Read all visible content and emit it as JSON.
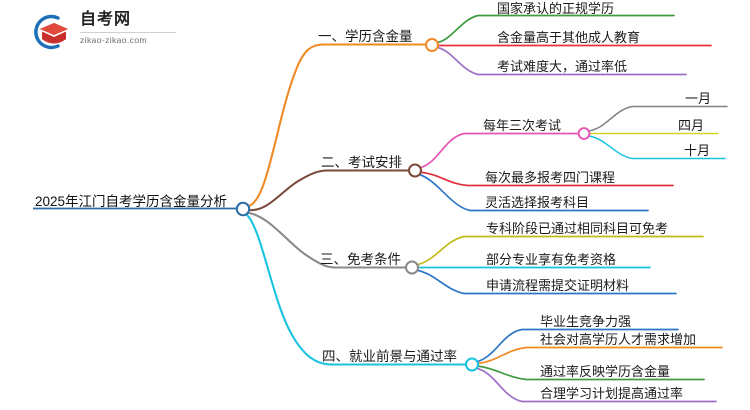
{
  "logo": {
    "name_cn": "自考网",
    "url": "zikao-zikao.com",
    "mark_icon": "graduation-cap-icon",
    "colors": {
      "arc": "#1d6fb8",
      "cap": "#d8352a",
      "cap_dark": "#b02a22"
    }
  },
  "mindmap": {
    "root": {
      "label": "2025年江门自考学历含金量分析",
      "color": "#2e6da4"
    },
    "branches": [
      {
        "label": "一、学历含金量",
        "color": "#f08a24",
        "children": [
          {
            "label": "国家承认的正规学历",
            "color": "#3e9b3e"
          },
          {
            "label": "含金量高于其他成人教育",
            "color": "#e8333f"
          },
          {
            "label": "考试难度大，通过率低",
            "color": "#9b6fc7"
          }
        ]
      },
      {
        "label": "二、考试安排",
        "color": "#7b4a3a",
        "children": [
          {
            "label": "每年三次考试",
            "color": "#e755b4",
            "children": [
              {
                "label": "一月",
                "color": "#808080"
              },
              {
                "label": "四月",
                "color": "#d4d422"
              },
              {
                "label": "十月",
                "color": "#19c3e0"
              }
            ]
          },
          {
            "label": "每次最多报考四门课程",
            "color": "#e03040"
          },
          {
            "label": "灵活选择报考科目",
            "color": "#2f76c8"
          }
        ]
      },
      {
        "label": "三、免考条件",
        "color": "#8a8a8a",
        "children": [
          {
            "label": "专科阶段已通过相同科目可免考",
            "color": "#c3bb1b"
          },
          {
            "label": "部分专业享有免考资格",
            "color": "#19c3e0"
          },
          {
            "label": "申请流程需提交证明材料",
            "color": "#2f76c8"
          }
        ]
      },
      {
        "label": "四、就业前景与通过率",
        "color": "#19c3e0",
        "children": [
          {
            "label": "毕业生竞争力强",
            "color": "#2f76c8"
          },
          {
            "label": "社会对高学历人才需求增加",
            "color": "#f08a24"
          },
          {
            "label": "通过率反映学历含金量",
            "color": "#3e9b3e"
          },
          {
            "label": "合理学习计划提高通过率",
            "color": "#9b6fc7"
          }
        ]
      }
    ]
  }
}
